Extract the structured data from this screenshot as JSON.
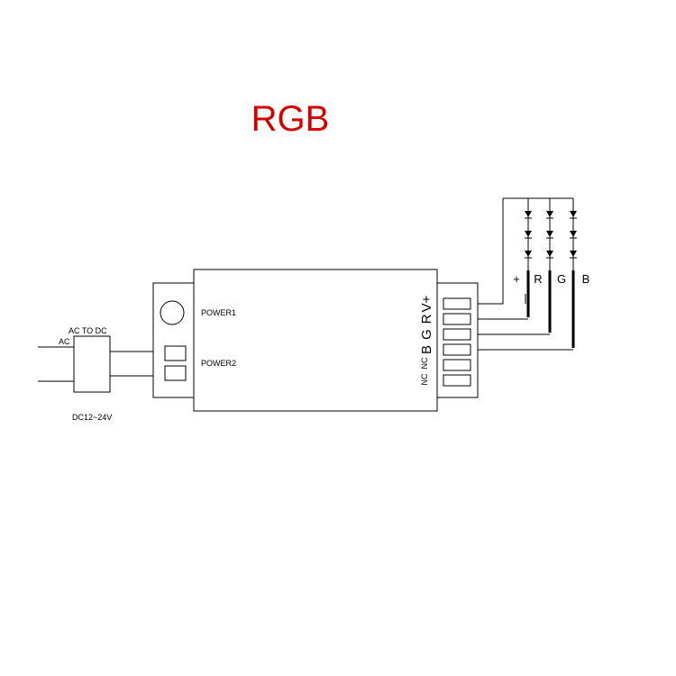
{
  "title": "RGB",
  "colors": {
    "title": "#d40000",
    "lines": "#000000"
  },
  "power_labels": {
    "power1": "POWER1",
    "power2": "POWER2"
  },
  "input": {
    "ac_to_dc": "AC TO DC",
    "ac": "AC",
    "dc_range": "DC12~24V"
  },
  "terminal_pins": {
    "v_plus": "V+",
    "r": "R",
    "g": "G",
    "b": "B",
    "nc1": "NC",
    "nc2": "NC"
  },
  "led_labels": {
    "plus": "+",
    "r": "R",
    "g": "G",
    "b": "B"
  }
}
